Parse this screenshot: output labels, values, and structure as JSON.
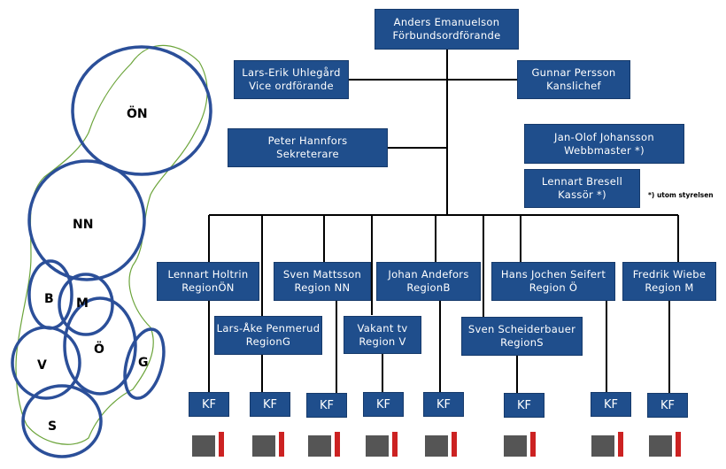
{
  "boxes": {
    "chair": {
      "name": "Anders Emanuelson",
      "role": "Förbundsordförande"
    },
    "vice": {
      "name": "Lars-Erik Uhlegård",
      "role": "Vice ordförande"
    },
    "office": {
      "name": "Gunnar Persson",
      "role": "Kanslichef"
    },
    "secretary": {
      "name": "Peter Hannfors",
      "role": "Sekreterare"
    },
    "webmaster": {
      "name": "Jan-Olof Johansson",
      "role": "Webbmaster *)"
    },
    "treasurer": {
      "name": "Lennart Bresell",
      "role": "Kassör *)"
    }
  },
  "note": "*) utom styrelsen",
  "regions": [
    {
      "name": "Lennart Holtrin",
      "region": "RegionÖN"
    },
    {
      "name": "Lars-Åke Penmerud",
      "region": "RegionG"
    },
    {
      "name": "Sven Mattsson",
      "region": "Region NN"
    },
    {
      "name": "Vakant tv",
      "region": "Region V"
    },
    {
      "name": "Johan Andefors",
      "region": "RegionB"
    },
    {
      "name": "Sven Scheiderbauer",
      "region": "RegionS"
    },
    {
      "name": "Hans Jochen Seifert",
      "region": "Region Ö"
    },
    {
      "name": "Fredrik Wiebe",
      "region": "Region M"
    }
  ],
  "kf_label": "KF",
  "map_regions": [
    "ÖN",
    "NN",
    "B",
    "M",
    "V",
    "Ö",
    "G",
    "S"
  ]
}
